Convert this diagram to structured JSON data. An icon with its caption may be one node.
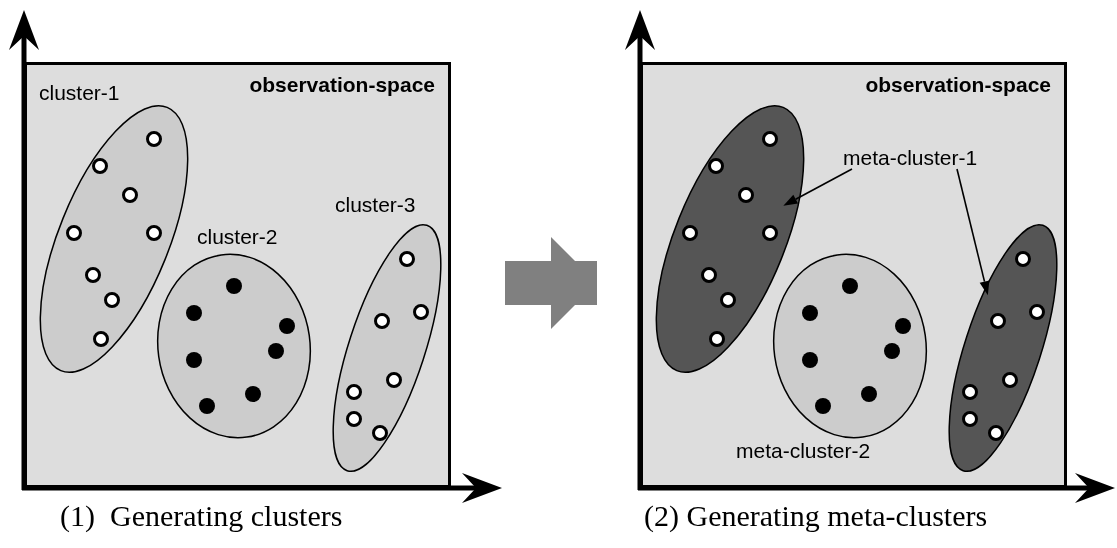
{
  "diagram": {
    "nodes": [
      {
        "text": [
          "observation-space"
        ],
        "beside": [
          "(1)  Generating clusters"
        ]
      },
      {
        "text": [
          "cluster-1"
        ],
        "in": 0
      },
      {
        "text": [
          "cluster-2"
        ],
        "in": 0
      },
      {
        "text": [
          "cluster-3"
        ],
        "in": 0
      },
      {
        "text": [
          "observation-space"
        ],
        "beside": [
          "(2) Generating meta-clusters"
        ]
      },
      {
        "text": [],
        "shape": "ellipse",
        "in": 4
      },
      {
        "text": [
          "meta-cluster-1"
        ],
        "in": 4
      },
      {
        "text": [
          "meta-cluster-2"
        ],
        "in": 4
      },
      {
        "text": [],
        "shape": "ellipse",
        "in": 4
      }
    ],
    "edges": [
      {
        "from": 0,
        "to": 4,
        "arrow": "to",
        "style": "thick",
        "color": "#808080"
      },
      {
        "from": 6,
        "to": 5,
        "arrow": "to"
      },
      {
        "from": 6,
        "to": 8,
        "arrow": "to"
      }
    ]
  }
}
